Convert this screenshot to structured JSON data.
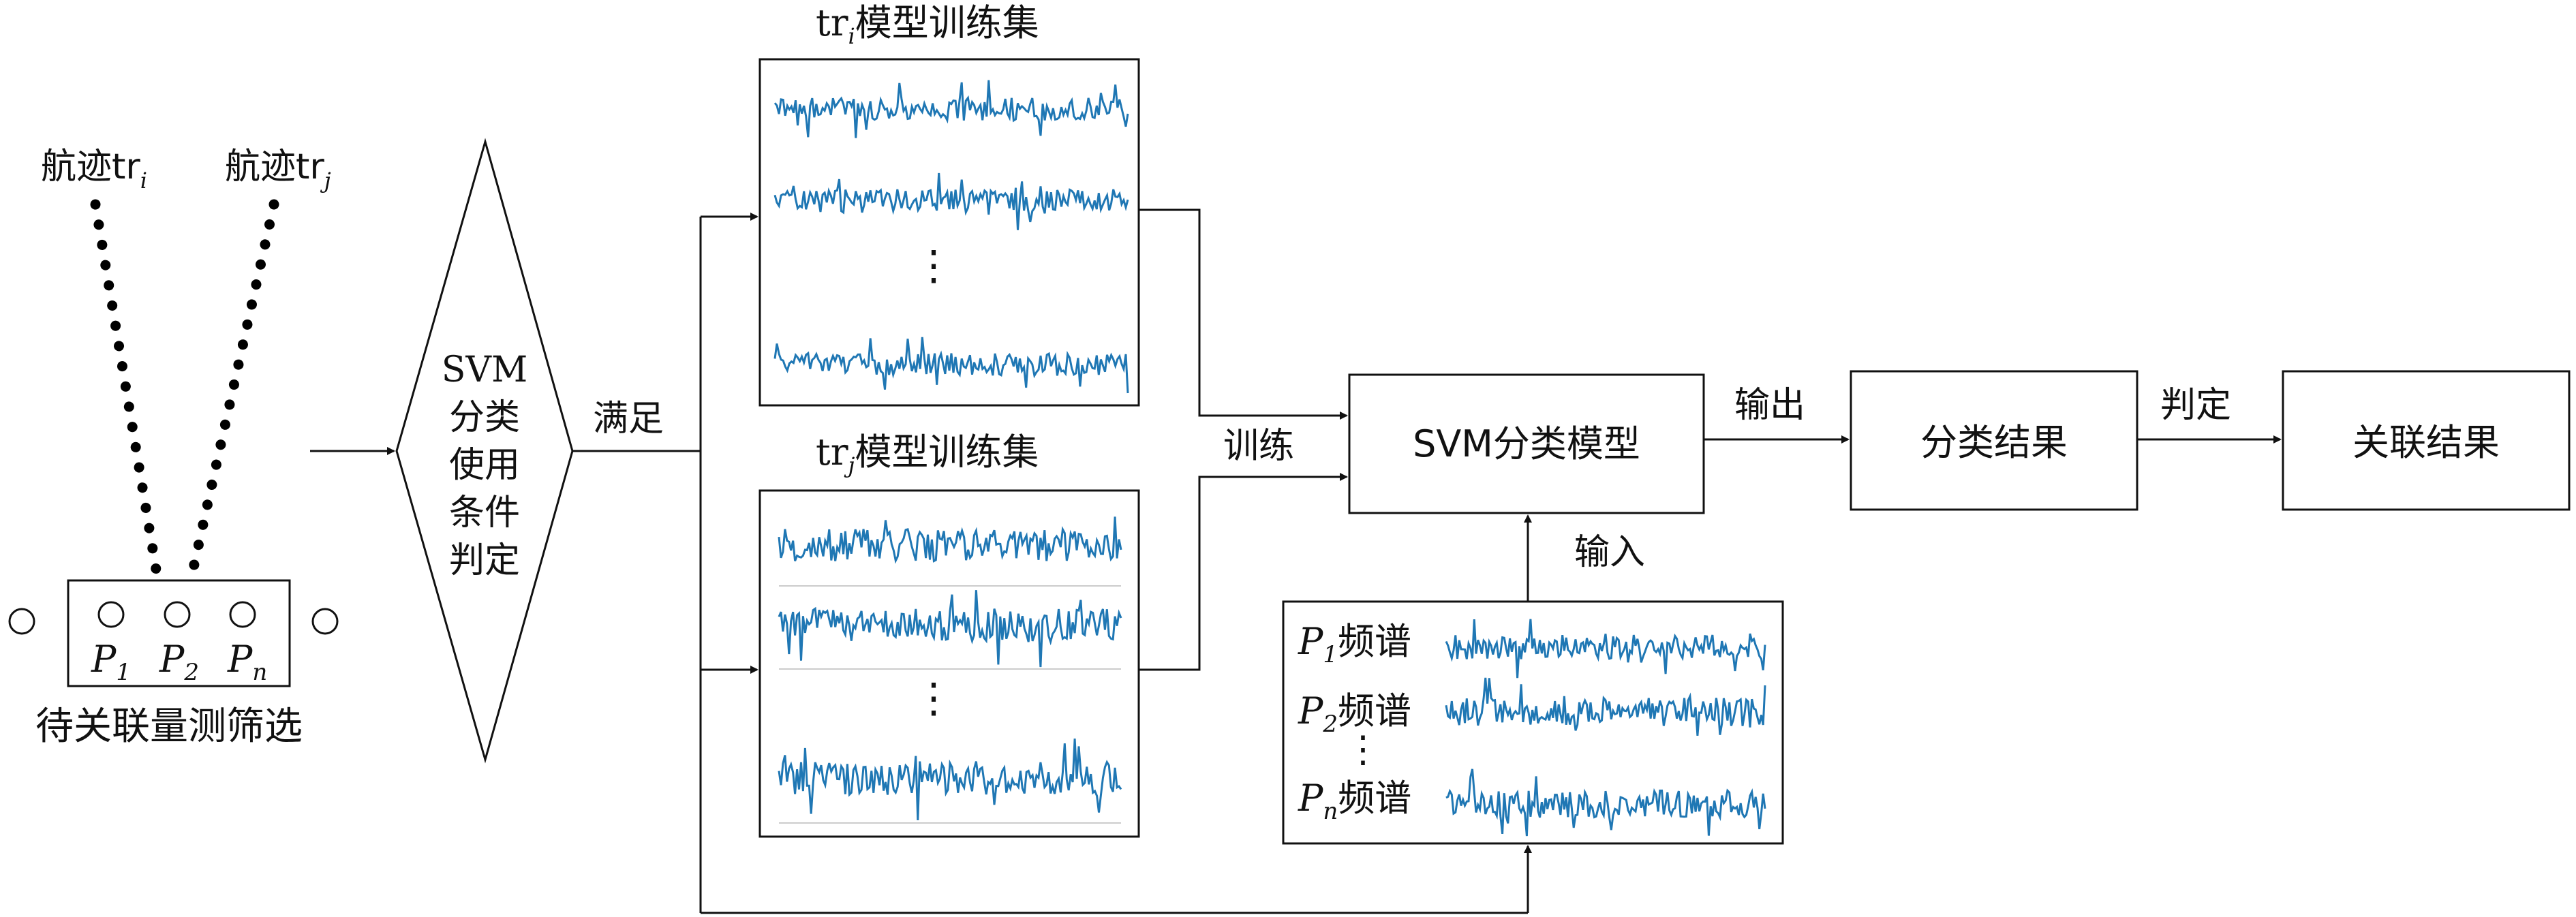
{
  "track_i": {
    "prefix": "航迹tr",
    "sub": "i"
  },
  "track_j": {
    "prefix": "航迹tr",
    "sub": "j"
  },
  "measure": {
    "points": [
      {
        "base": "P",
        "sub": "1"
      },
      {
        "base": "P",
        "sub": "2"
      },
      {
        "base": "P",
        "sub": "n"
      }
    ],
    "caption": "待关联量测筛选"
  },
  "svm_condition": {
    "lines": [
      "SVM",
      "分类",
      "使用",
      "条件",
      "判定"
    ]
  },
  "satisfy_label": "满足",
  "train_i": {
    "prefix": "tr",
    "sub": "i",
    "suffix": "模型训练集"
  },
  "train_j": {
    "prefix": "tr",
    "sub": "j",
    "suffix": "模型训练集"
  },
  "train_label": "训练",
  "svm_model": "SVM分类模型",
  "output_label": "输出",
  "class_result": "分类结果",
  "judge_label": "判定",
  "assoc_result": "关联结果",
  "input_label": "输入",
  "spectra": [
    {
      "base": "P",
      "sub": "1",
      "suffix": "频谱"
    },
    {
      "base": "P",
      "sub": "2",
      "suffix": "频谱"
    },
    {
      "base": "P",
      "sub": "n",
      "suffix": "频谱"
    }
  ],
  "colors": {
    "signal": "#1f77b4",
    "line": "#111111"
  },
  "icons": {
    "ellipsis": "vertical-dots-icon"
  }
}
